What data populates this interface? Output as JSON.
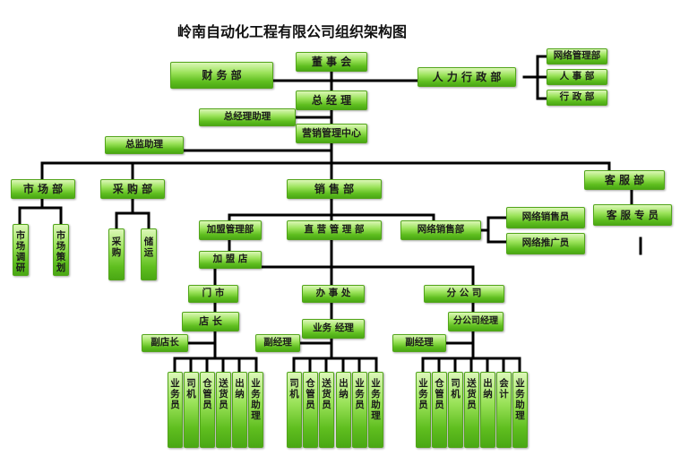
{
  "title": "岭南自动化工程有限公司组织架构图",
  "nodes": {
    "dongshihui": "董 事 会",
    "caiwubu": "财 务 部",
    "renli": "人 力 行 政 部",
    "wangluoguanli": "网络管理部",
    "renshi": "人 事 部",
    "xingzheng": "行 政 部",
    "zongjingli": "总 经 理",
    "zongjinglizhuli": "总经理助理",
    "yingxiao": "营销管理中心",
    "zongjianzhuli": "总监助理",
    "shichang": "市 场 部",
    "caigou": "采 购 部",
    "xiaoshou": "销  售  部",
    "kefu": "客    服    部",
    "kefuzhuanyuan": "客  服  专  员",
    "scdy": "市场调研",
    "scch": "市场策划",
    "caigouyuan": "采  购",
    "chuyun": "储  运",
    "jiameng": "加盟管理部",
    "zhiying": "直  营  管  理  部",
    "wangluoxiaoshou": "网络销售部",
    "wlxsy": "网络销售员",
    "wltgy": "网络推广员",
    "jiamengdian": "加  盟  店",
    "menshi": "门   市",
    "banshichu": "办  事  处",
    "fengongsi": "分   公   司",
    "dianzhang": "店   长",
    "fudianzhang": "副店长",
    "yewujingli": "业务 经理",
    "fujingli1": "副经理",
    "fgsjl": "分公司经理",
    "fujingli2": "副经理"
  },
  "staff_group1": [
    "业务员",
    "司机",
    "仓管员",
    "送货员",
    "出纳",
    "业务助理"
  ],
  "staff_group2": [
    "司机",
    "仓管员",
    "送货员",
    "出纳",
    "业务员",
    "业务助理"
  ],
  "staff_group3": [
    "业务员",
    "仓管员",
    "司机",
    "送货员",
    "出纳",
    "会计",
    "业务助理"
  ]
}
